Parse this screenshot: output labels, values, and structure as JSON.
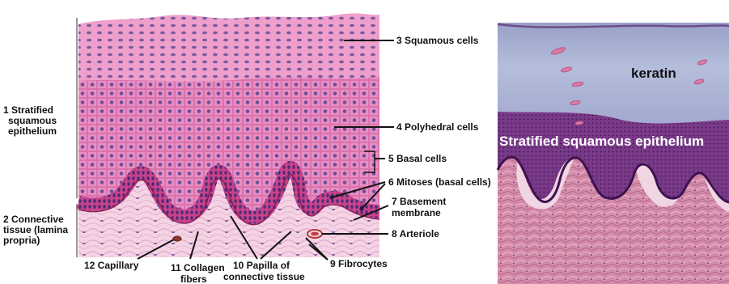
{
  "left_figure": {
    "side_labels": {
      "epithelium": [
        "1 Stratified",
        "squamous",
        "epithelium"
      ],
      "connective": [
        "2 Connective",
        "tissue (lamina",
        "propria)"
      ]
    },
    "labels": {
      "squamous_cells": "3 Squamous cells",
      "polyhedral_cells": "4 Polyhedral cells",
      "basal_cells": "5 Basal cells",
      "mitoses": "6 Mitoses (basal cells)",
      "basement_membrane": [
        "7 Basement",
        "membrane"
      ],
      "arteriole": "8 Arteriole",
      "fibrocytes": "9 Fibrocytes",
      "papilla": [
        "10 Papilla of",
        "connective tissue"
      ],
      "collagen": [
        "11 Collagen",
        "fibers"
      ],
      "capillary": "12 Capillary"
    }
  },
  "right_figure": {
    "keratin_label": "keratin",
    "epithelium_label": "Stratified squamous epithelium"
  },
  "colors": {
    "epithelium_pink": "#e98fc0",
    "basal_magenta": "#b8306f",
    "connective_pink": "#f1cfe0",
    "keratin_blue": "#a9b4d4",
    "micro_purple": "#6a2a7a",
    "micro_tissue": "#d58aa6"
  }
}
